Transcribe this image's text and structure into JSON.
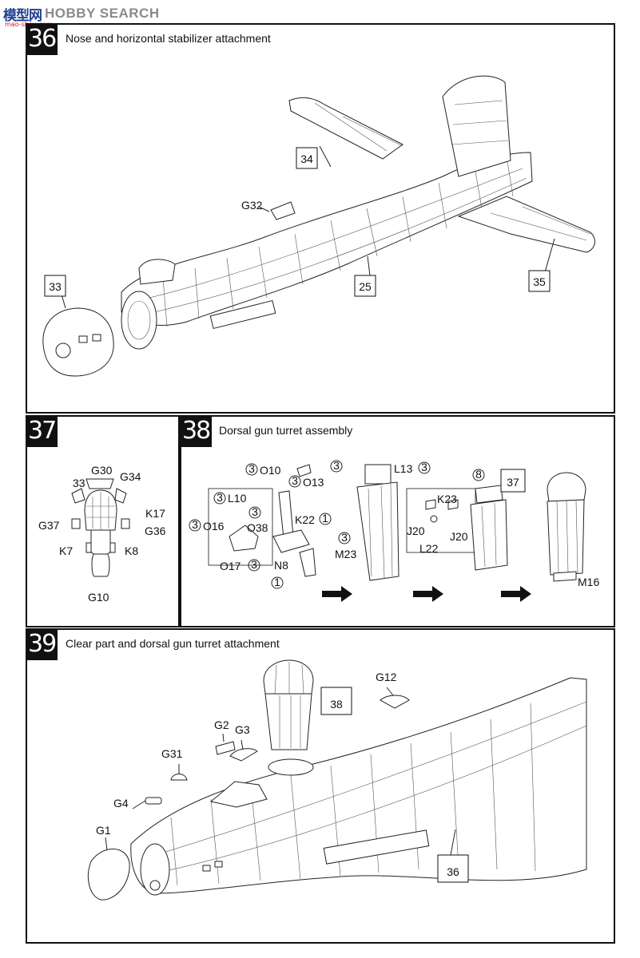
{
  "watermark": {
    "logo": "模型网",
    "text": "HOBBY SEARCH",
    "sub": "mao-shou.com"
  },
  "step36": {
    "number": "36",
    "title": "Nose and horizontal stabilizer attachment",
    "parts": {
      "p34": "34",
      "g32": "G32",
      "p33": "33",
      "p25": "25",
      "p35": "35"
    }
  },
  "step37": {
    "number": "37",
    "parts": {
      "g30": "G30",
      "p33": "33",
      "g34": "G34",
      "k17": "K17",
      "g37": "G37",
      "g36": "G36",
      "k7": "K7",
      "k8": "K8",
      "g10": "G10"
    }
  },
  "step38": {
    "number": "38",
    "title": "Dorsal gun turret assembly",
    "parts": {
      "o10": "O10",
      "o13": "O13",
      "l13": "L13",
      "l10": "L10",
      "k22": "K22",
      "o16": "O16",
      "o38": "O38",
      "o17": "O17",
      "n8": "N8",
      "m23": "M23",
      "k23": "K23",
      "j20a": "J20",
      "j20b": "J20",
      "l22": "L22",
      "p37": "37",
      "m16": "M16"
    },
    "qty": {
      "o10": "3",
      "o13": "3",
      "l13": "3",
      "l10": "3",
      "o38": "3",
      "k22": "1",
      "o16": "3",
      "o17": "3",
      "n8": "1",
      "m23": "3",
      "j20": "8"
    }
  },
  "step39": {
    "number": "39",
    "title": "Clear part and dorsal gun turret attachment",
    "parts": {
      "g12": "G12",
      "p38": "38",
      "g2": "G2",
      "g3": "G3",
      "g31": "G31",
      "g4": "G4",
      "g1": "G1",
      "p36": "36"
    }
  }
}
